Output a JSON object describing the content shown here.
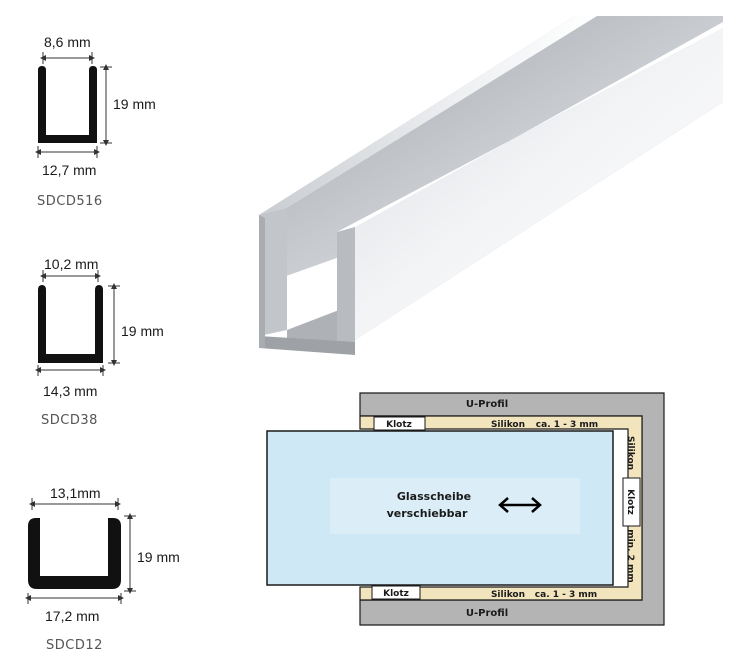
{
  "colors": {
    "profile_fill": "#111111",
    "dimension_line": "#333333",
    "glass": "#cfe8f5",
    "silikon": "#f2e4bd",
    "u_profil": "#b4b4b4",
    "klotz": "#ffffff",
    "outline": "#1a1a1a"
  },
  "profiles": [
    {
      "code": "SDCD516",
      "inner_width": "8,6 mm",
      "outer_width": "12,7 mm",
      "height": "19 mm"
    },
    {
      "code": "SDCD38",
      "inner_width": "10,2 mm",
      "outer_width": "14,3 mm",
      "height": "19 mm"
    },
    {
      "code": "SDCD12",
      "inner_width": "13,1mm",
      "outer_width": "17,2 mm",
      "height": "19 mm"
    }
  ],
  "photo": {
    "icon": "aluminium-u-profile-photo"
  },
  "diagram": {
    "u_profil_top": "U-Profil",
    "u_profil_bottom": "U-Profil",
    "klotz_top": "Klotz",
    "klotz_bottom": "Klotz",
    "klotz_right": "Klotz",
    "silikon_top": "Silikon",
    "silikon_bottom": "Silikon",
    "silikon_right": "Silikon",
    "gap_top": "ca. 1 - 3 mm",
    "gap_bottom": "ca. 1 - 3 mm",
    "gap_right": "min. 2 mm",
    "glass_line1": "Glasscheibe",
    "glass_line2": "verschiebbar",
    "arrow_icon": "double-arrow-icon"
  }
}
